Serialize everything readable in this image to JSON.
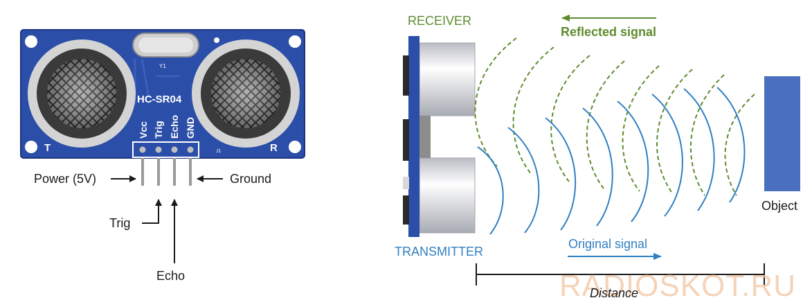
{
  "module": {
    "chip_label": "HC-SR04",
    "crystal_label": "Y1",
    "jumper_label": "J1",
    "t_label": "T",
    "r_label": "R",
    "pins": [
      "Vcc",
      "Trig",
      "Echo",
      "GND"
    ],
    "board_color": "#2b4ea8"
  },
  "wiring": {
    "power": "Power (5V)",
    "ground": "Ground",
    "trig": "Trig",
    "echo": "Echo"
  },
  "principle": {
    "receiver": "RECEIVER",
    "transmitter": "TRANSMITTER",
    "reflected": "Reflected signal",
    "original": "Original signal",
    "object": "Object",
    "distance": "Distance",
    "reflected_color": "#5f8b2e",
    "original_color": "#2f7fc1",
    "object_color": "#4a6fbf"
  },
  "watermark": "RADIOSKOT.RU"
}
